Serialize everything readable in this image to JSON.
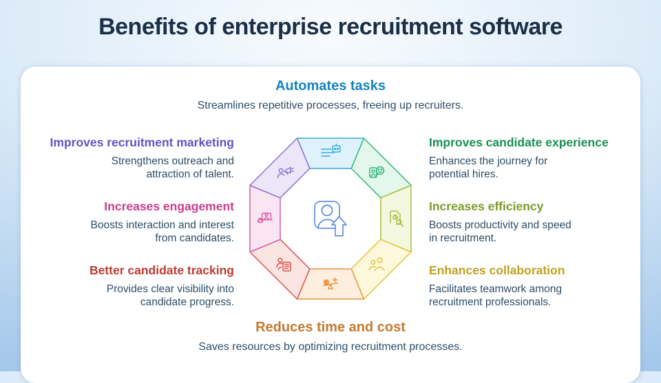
{
  "page": {
    "title": "Benefits of enterprise recruitment software"
  },
  "colors": {
    "title": "#1b2f47",
    "desc_text": "#2d4d68",
    "card_bg": "#ffffff",
    "background_edge": "#8cbae3"
  },
  "benefits": {
    "automates": {
      "title": "Automates tasks",
      "desc": "Streamlines repetitive processes, freeing up recruiters.",
      "color": "#1583bb"
    },
    "marketing": {
      "title": "Improves recruitment marketing",
      "desc": "Strengthens outreach and\nattraction of talent.",
      "color": "#6552c4"
    },
    "engagement": {
      "title": "Increases engagement",
      "desc": "Boosts interaction and interest\nfrom candidates.",
      "color": "#c93d8f"
    },
    "tracking": {
      "title": "Better candidate tracking",
      "desc": "Provides clear visibility into\ncandidate progress.",
      "color": "#bf3a33"
    },
    "experience": {
      "title": "Improves candidate experience",
      "desc": "Enhances the journey for\npotential hires.",
      "color": "#178f56"
    },
    "efficiency": {
      "title": "Increases efficiency",
      "desc": "Boosts productivity and speed\nin recruitment.",
      "color": "#7d9b2a"
    },
    "collaboration": {
      "title": "Enhances collaboration",
      "desc": "Facilitates teamwork among\nrecruitment professionals.",
      "color": "#bfa11e"
    },
    "cost": {
      "title": "Reduces time and cost",
      "desc": "Saves resources by optimizing recruitment processes.",
      "color": "#c57a2f"
    }
  },
  "diagram": {
    "segments": {
      "automates": {
        "stroke": "#36a9e1",
        "fill": "#def2fb"
      },
      "experience": {
        "stroke": "#33b97c",
        "fill": "#e3f7ed"
      },
      "efficiency": {
        "stroke": "#aabd37",
        "fill": "#f4f8e0"
      },
      "collaboration": {
        "stroke": "#e5c436",
        "fill": "#fdf7dc"
      },
      "cost": {
        "stroke": "#ea9440",
        "fill": "#fdeede"
      },
      "tracking": {
        "stroke": "#d95349",
        "fill": "#fbe5e3"
      },
      "engagement": {
        "stroke": "#d75da5",
        "fill": "#fae6f2"
      },
      "marketing": {
        "stroke": "#8a70d6",
        "fill": "#ebe7f8"
      }
    },
    "center_icon_color": "#4a80e0",
    "center_fill": "#ffffff"
  }
}
